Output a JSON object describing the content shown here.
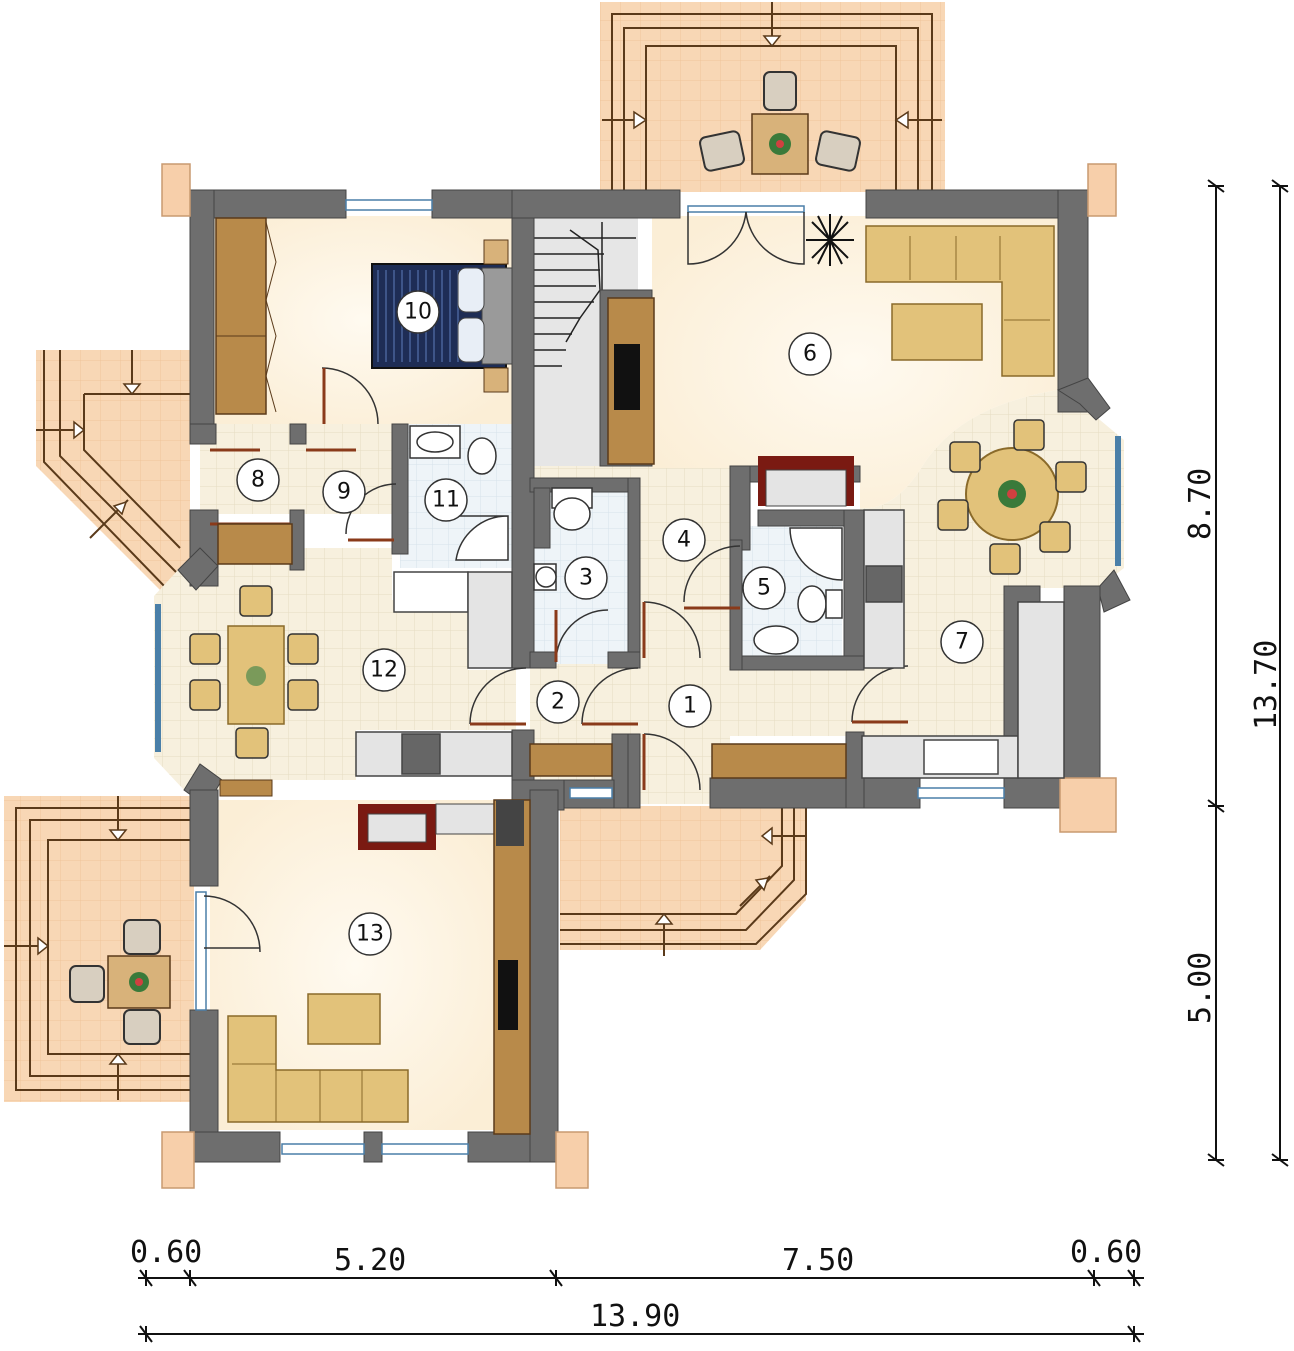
{
  "rooms": [
    {
      "number": "1"
    },
    {
      "number": "2"
    },
    {
      "number": "3"
    },
    {
      "number": "4"
    },
    {
      "number": "5"
    },
    {
      "number": "6"
    },
    {
      "number": "7"
    },
    {
      "number": "8"
    },
    {
      "number": "9"
    },
    {
      "number": "10"
    },
    {
      "number": "11"
    },
    {
      "number": "12"
    },
    {
      "number": "13"
    }
  ],
  "dimensions": {
    "bottom": {
      "left_margin": "0.60",
      "left_wing": "5.20",
      "right_wing": "7.50",
      "right_margin": "0.60",
      "total": "13.90"
    },
    "right": {
      "upper": "8.70",
      "lower": "5.00",
      "total": "13.70"
    }
  },
  "colors": {
    "wall": "#6e6e6e",
    "terrace": "#f7d9b8",
    "terrace_line": "#5a3a1a",
    "floor": "#fdf6e6",
    "tile": "#f4ecd8",
    "furniture": "#b88a4a",
    "sofa": "#e2c27a",
    "bed": "#1e2d55",
    "stairs": "#e2e2e2",
    "bath": "#eaf2f8"
  }
}
